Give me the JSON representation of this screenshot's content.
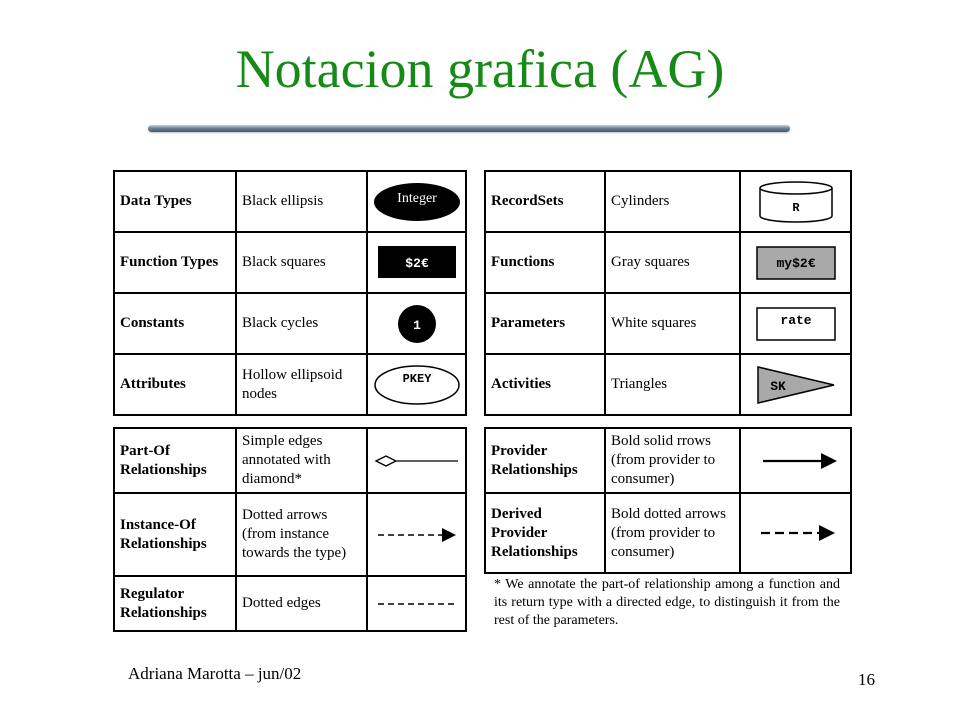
{
  "title": "Notacion grafica (AG)",
  "footer": {
    "author": "Adriana Marotta – jun/02",
    "page_number": "16"
  },
  "nodes_left": [
    {
      "term": "Data Types",
      "description": "Black ellipsis",
      "glyph_text": "Integer"
    },
    {
      "term": "Function Types",
      "description": "Black squares",
      "glyph_text": "$2€"
    },
    {
      "term": "Constants",
      "description": "Black cycles",
      "glyph_text": "1"
    },
    {
      "term": "Attributes",
      "description": "Hollow ellipsoid nodes",
      "glyph_text": "PKEY"
    }
  ],
  "nodes_right": [
    {
      "term": "RecordSets",
      "description": "Cylinders",
      "glyph_text": "R"
    },
    {
      "term": "Functions",
      "description": "Gray squares",
      "glyph_text": "my$2€"
    },
    {
      "term": "Parameters",
      "description": "White squares",
      "glyph_text": "rate"
    },
    {
      "term": "Activities",
      "description": "Triangles",
      "glyph_text": "SK"
    }
  ],
  "edges_left": [
    {
      "term": "Part-Of Relationships",
      "description": "Simple edges annotated with diamond*"
    },
    {
      "term": "Instance-Of Relationships",
      "description": "Dotted arrows (from instance towards the type)"
    },
    {
      "term": "Regulator Relationships",
      "description": "Dotted edges"
    }
  ],
  "edges_right": [
    {
      "term": "Provider Relationships",
      "description": "Bold solid rrows (from provider to consumer)"
    },
    {
      "term": "Derived Provider Relationships",
      "description": "Bold dotted arrows (from provider to consumer)"
    }
  ],
  "footnote": "* We annotate the part-of relationship among a function and its return type with a directed edge, to distinguish it from the rest of the parameters.",
  "colors": {
    "title": "#168a16",
    "gray_node": "#a9a9a9"
  }
}
